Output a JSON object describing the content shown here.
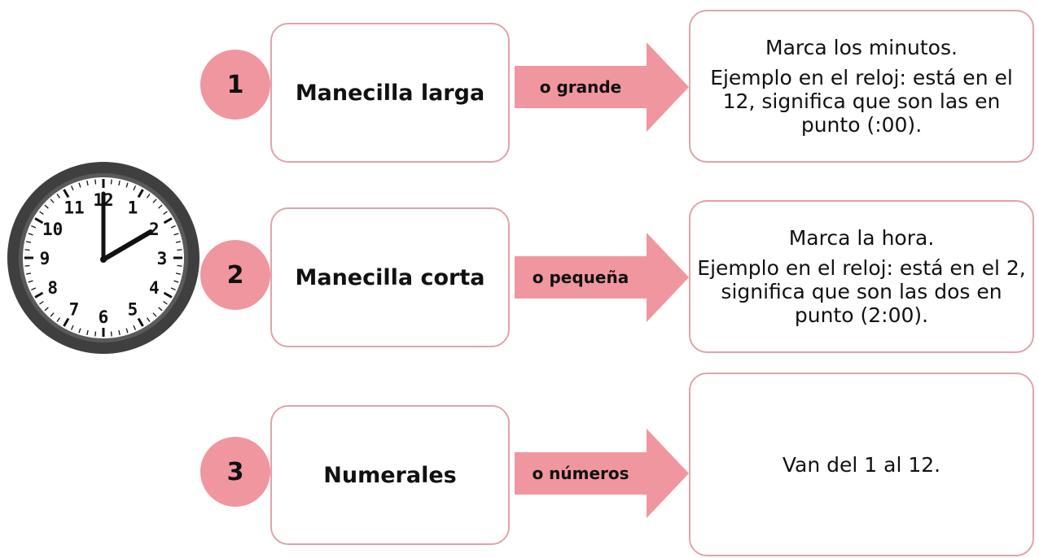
{
  "rows": [
    {
      "number": "1",
      "term": "Manecilla larga",
      "arrow_label": "o grande",
      "description": [
        "Marca los minutos.",
        "Ejemplo en el reloj: está en el 12, significa que son las en punto (:00)."
      ]
    },
    {
      "number": "2",
      "term": "Manecilla corta",
      "arrow_label": "o pequeña",
      "description": [
        "Marca la hora.",
        "Ejemplo en el reloj: está en el 2, significa que son las dos en punto (2:00)."
      ]
    },
    {
      "number": "3",
      "term": "Numerales",
      "arrow_label": "o números",
      "description": [
        "Van del 1 al 12."
      ]
    }
  ],
  "clock": {
    "numerals": [
      "1",
      "2",
      "3",
      "4",
      "5",
      "6",
      "7",
      "8",
      "9",
      "10",
      "11",
      "12"
    ],
    "time_shown": "2:00"
  },
  "colors": {
    "accent": "#f0969f",
    "box_border": "#e0a3aa",
    "clock_rim": "#3f3f3f"
  }
}
